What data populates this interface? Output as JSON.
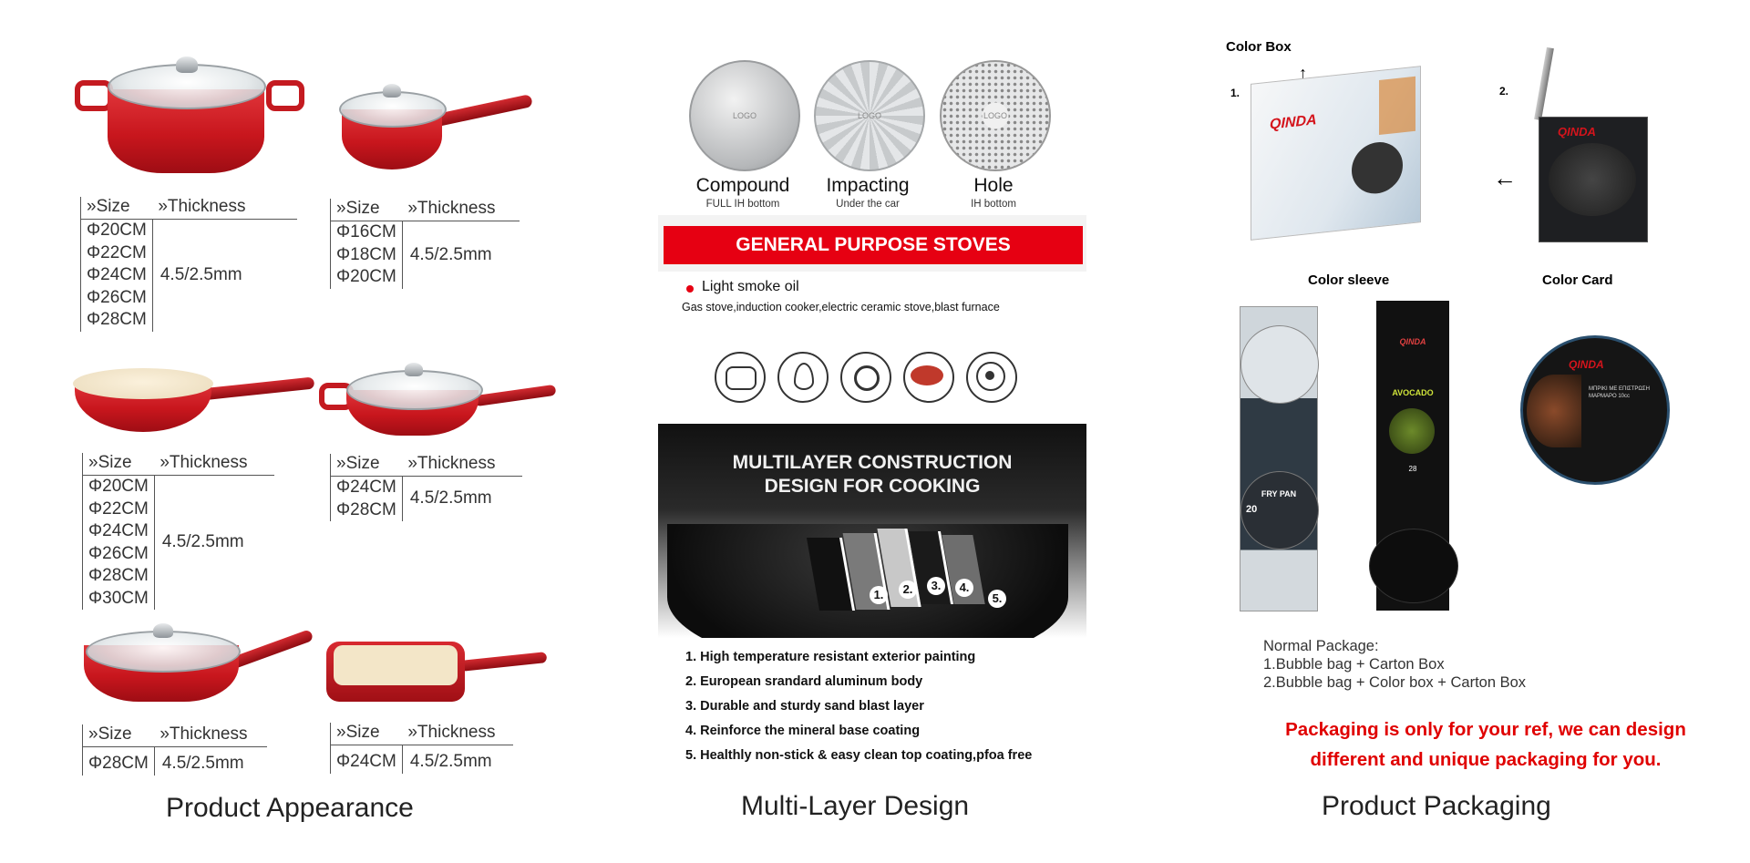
{
  "headers": {
    "size": "Size",
    "thickness": "Thickness",
    "chevron": "»"
  },
  "products": [
    {
      "sizes": [
        "Φ20CM",
        "Φ22CM",
        "Φ24CM",
        "Φ26CM",
        "Φ28CM"
      ],
      "thickness": "4.5/2.5mm"
    },
    {
      "sizes": [
        "Φ16CM",
        "Φ18CM",
        "Φ20CM"
      ],
      "thickness": "4.5/2.5mm"
    },
    {
      "sizes": [
        "Φ20CM",
        "Φ22CM",
        "Φ24CM",
        "Φ26CM",
        "Φ28CM",
        "Φ30CM"
      ],
      "thickness": "4.5/2.5mm"
    },
    {
      "sizes": [
        "Φ24CM",
        "Φ28CM"
      ],
      "thickness": "4.5/2.5mm"
    },
    {
      "sizes": [
        "Φ28CM"
      ],
      "thickness": "4.5/2.5mm"
    },
    {
      "sizes": [
        "Φ24CM"
      ],
      "thickness": "4.5/2.5mm"
    }
  ],
  "captions": {
    "appearance": "Product Appearance",
    "multilayer": "Multi-Layer Design",
    "packaging": "Product Packaging"
  },
  "bottoms": [
    {
      "name": "Compound",
      "sub": "FULL IH bottom"
    },
    {
      "name": "Impacting",
      "sub": "Under the car"
    },
    {
      "name": "Hole",
      "sub": "IH bottom"
    }
  ],
  "logo_mark": "LOGO",
  "stoves": {
    "banner": "GENERAL PURPOSE STOVES",
    "oil_note": "Light smoke oil",
    "list": "Gas stove,induction cooker,electric ceramic stove,blast furnace",
    "icons": [
      "induction-coil-icon",
      "flame-icon",
      "gas-burner-icon",
      "ceramic-hob-icon",
      "electric-plate-icon"
    ]
  },
  "construction": {
    "heading_line1": "MULTILAYER CONSTRUCTION",
    "heading_line2": "DESIGN FOR COOKING",
    "layer_numbers": [
      "1.",
      "2.",
      "3.",
      "4.",
      "5."
    ],
    "layers": [
      "1. High temperature resistant exterior painting",
      "2. European srandard aluminum body",
      "3. Durable and sturdy sand blast layer",
      "4. Reinforce the mineral base coating",
      "5. Healthly non-stick & easy clean top coating,pfoa free"
    ]
  },
  "packaging": {
    "color_box": "Color Box",
    "color_sleeve": "Color sleeve",
    "color_card": "Color Card",
    "num1": "1.",
    "num2": "2.",
    "brand": "QINDA",
    "sleeve1_label": "FRY PAN",
    "sleeve1_size": "20",
    "sleeve2_label": "AVOCADO",
    "sleeve2_size": "28",
    "card_text": "ΜΠΡΙΚΙ ΜΕ ΕΠΙΣΤΡΩΣΗ ΜΑΡΜΑΡΟ 10cc",
    "normal_title": "Normal Package:",
    "normal_1": "1.Bubble bag + Carton Box",
    "normal_2": "2.Bubble bag + Color box + Carton Box",
    "notice_line1": "Packaging is only for your ref, we can design",
    "notice_line2": "different and unique packaging for you."
  },
  "colors": {
    "product_red": "#c8161d",
    "banner_red": "#e60012",
    "notice_red": "#e00000"
  }
}
